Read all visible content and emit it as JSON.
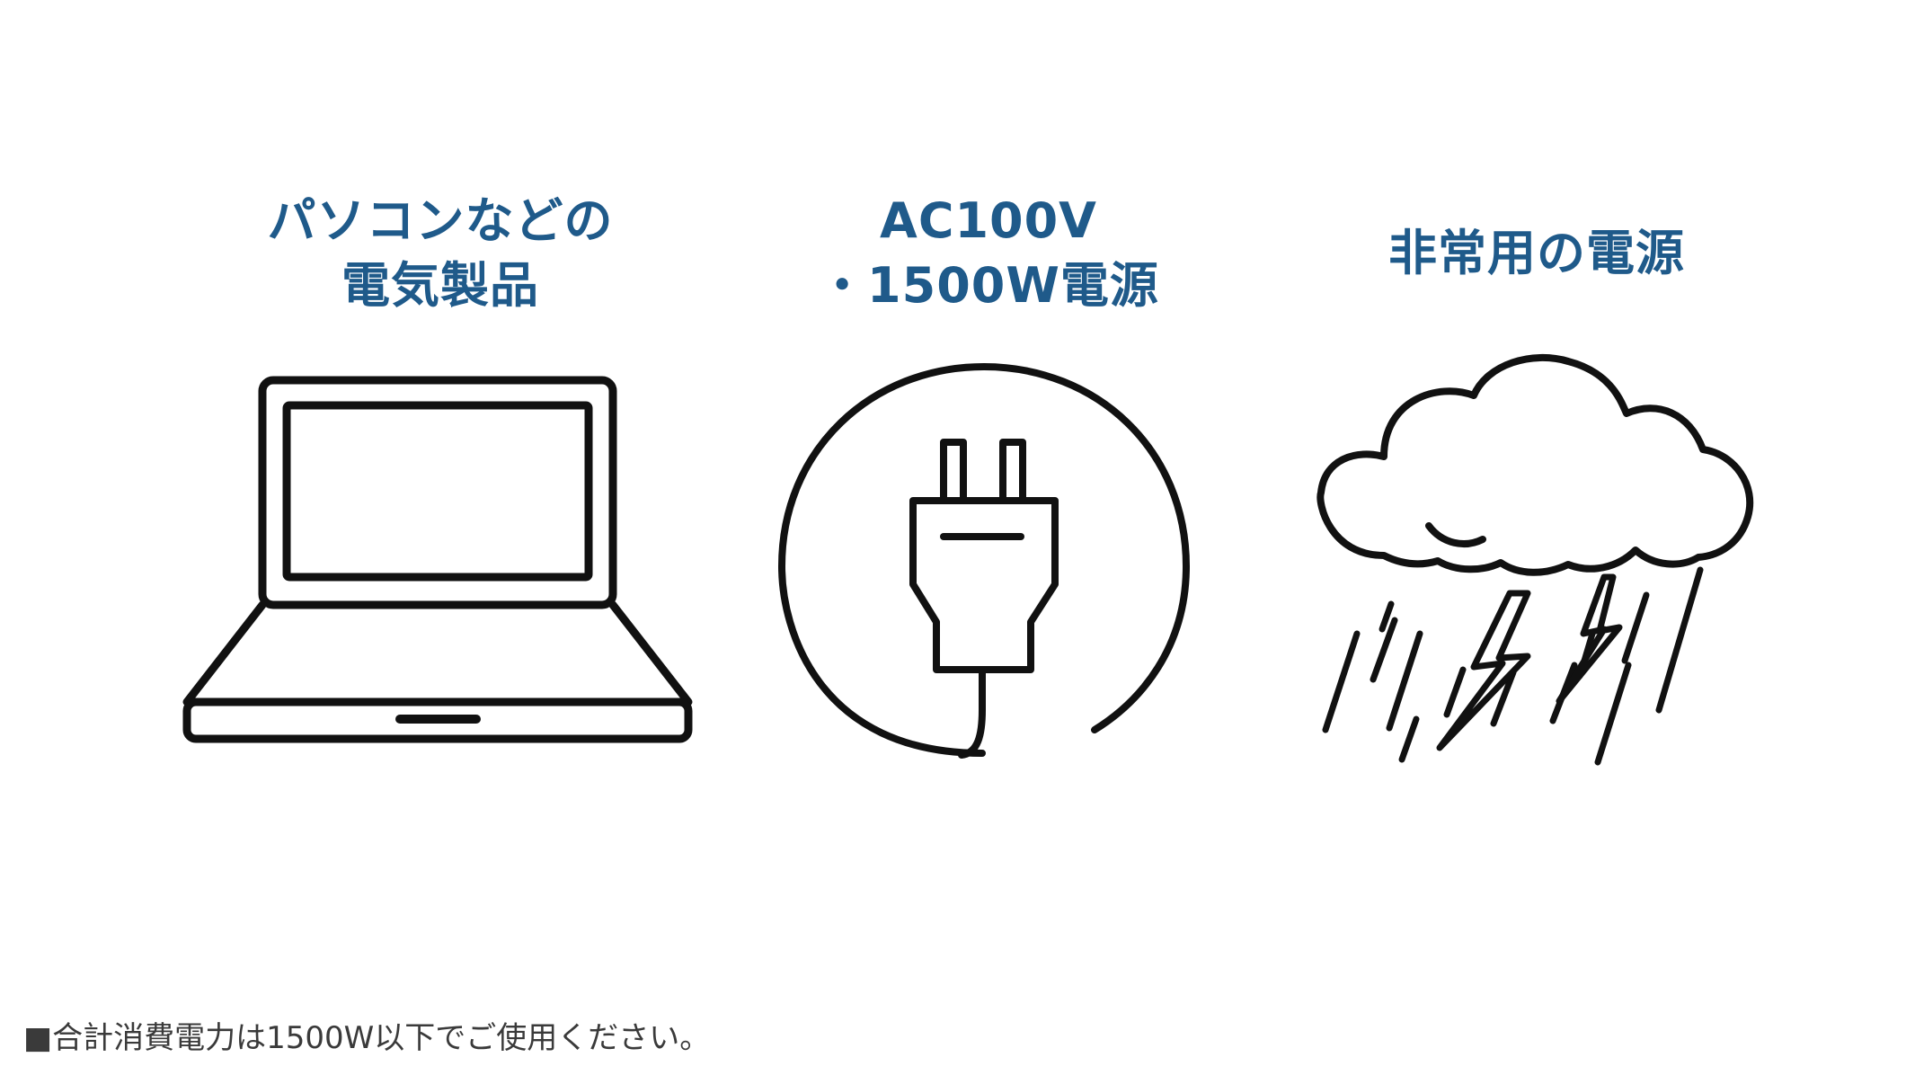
{
  "items": [
    {
      "icon": "laptop-icon",
      "caption_lines": [
        "パソコンなどの",
        "電気製品"
      ]
    },
    {
      "icon": "power-plug-icon",
      "caption_lines": [
        "AC100V",
        "・1500W電源"
      ]
    },
    {
      "icon": "thunderstorm-icon",
      "caption_lines": [
        "非常用の電源"
      ]
    }
  ],
  "footnote": "■合計消費電力は1500W以下でご使用ください。",
  "colors": {
    "caption": "#1f5a8a",
    "icon_stroke": "#111111",
    "footnote": "#3a3a3a",
    "background": "#ffffff"
  }
}
